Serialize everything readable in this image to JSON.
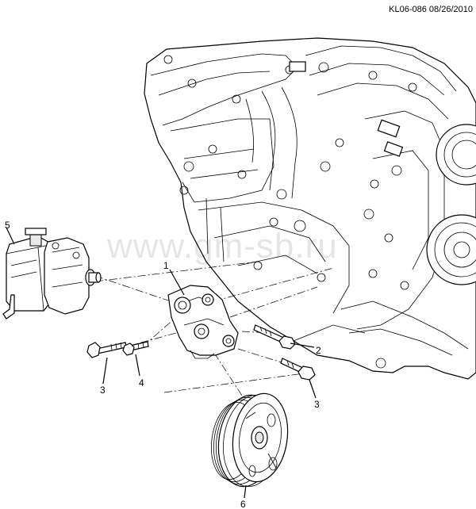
{
  "header": {
    "code": "KL06-086 08/26/2010"
  },
  "watermark": {
    "text": "www.gm-sb.ru"
  },
  "callouts": [
    {
      "id": "c1",
      "label": "1"
    },
    {
      "id": "c2",
      "label": "2"
    },
    {
      "id": "c3a",
      "label": "3"
    },
    {
      "id": "c3b",
      "label": "3"
    },
    {
      "id": "c4",
      "label": "4"
    },
    {
      "id": "c5",
      "label": "5"
    },
    {
      "id": "c6",
      "label": "6"
    }
  ],
  "icons": [
    "engine-block-icon",
    "power-steering-pump-icon",
    "pump-bracket-icon",
    "bolt-icon",
    "pulley-icon"
  ]
}
